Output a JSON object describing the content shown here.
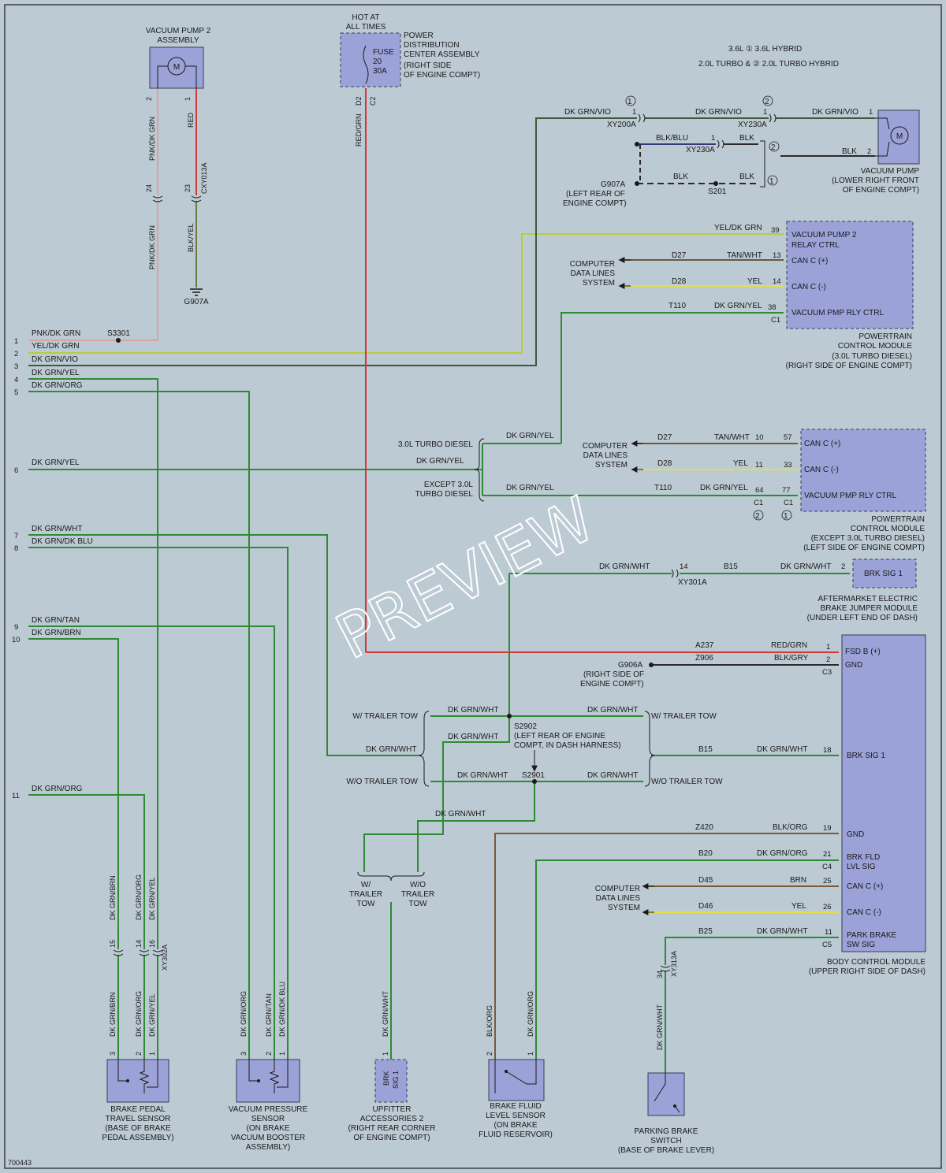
{
  "diagram_number": "700443",
  "watermark": "PREVIEW",
  "legend": {
    "line1": "3.6L ① 3.6L HYBRID",
    "line2": "2.0L TURBO & ② 2.0L TURBO HYBRID"
  },
  "colors": {
    "background": "#bccad3",
    "component": "#9aa2d8",
    "wire_green": "#2e8a34",
    "wire_yellow_green": "#b9cc3c",
    "wire_yellow": "#e3e043",
    "wire_red": "#d43535",
    "wire_pink": "#d9a3a3",
    "wire_black": "#2a2a2a",
    "wire_brown": "#7a5a3a"
  },
  "connector_pins": {
    "p1": "1",
    "p2": "2",
    "p3": "3",
    "p4": "4",
    "p5": "5",
    "p6": "6",
    "p7": "7",
    "p8": "8",
    "p9": "9",
    "p10": "10",
    "p11": "11"
  },
  "left_wires": {
    "w1": "PNK/DK GRN",
    "w2": "YEL/DK GRN",
    "w3": "DK GRN/VIO",
    "w4": "DK GRN/YEL",
    "w5": "DK GRN/ORG",
    "w6": "DK GRN/YEL",
    "w7": "DK GRN/WHT",
    "w8": "DK GRN/DK BLU",
    "w9": "DK GRN/TAN",
    "w10": "DK GRN/BRN",
    "w11": "DK GRN/ORG",
    "splice": "S3301"
  },
  "vacuum_pump2": {
    "title1": "VACUUM PUMP 2",
    "title2": "ASSEMBLY",
    "motor": "M",
    "pin2": "2",
    "pin1": "1",
    "wire_a": "PNK/DK GRN",
    "wire_b": "RED",
    "conn": "CXY013A",
    "pin24": "24",
    "pin23": "23",
    "wire_c": "PNK/DK GRN",
    "wire_d": "BLK/YEL",
    "ground": "G907A"
  },
  "pdc": {
    "hot1": "HOT AT",
    "hot2": "ALL TIMES",
    "fuse": "FUSE",
    "f20": "20",
    "f30a": "30A",
    "title1": "POWER",
    "title2": "DISTRIBUTION",
    "title3": "CENTER ASSEMBLY",
    "title4": "(RIGHT SIDE",
    "title5": "OF ENGINE COMPT)",
    "pin_d2": "D2",
    "pin_c2": "C2",
    "wire": "RED/GRN"
  },
  "vacuum_pump": {
    "w_dkgrnvio1": "DK GRN/VIO",
    "w_dkgrnvio2": "DK GRN/VIO",
    "w_dkgrnvio3": "DK GRN/VIO",
    "xy200a": "XY200A",
    "xy230a": "XY230A",
    "xy230a_b": "XY230A",
    "pin1a": "1",
    "pin1b": "1",
    "pin1c": "1",
    "pin1d": "1",
    "pin2": "2",
    "blkblu": "BLK/BLU",
    "blk1": "BLK",
    "blk2": "BLK",
    "blk3": "BLK",
    "blk4": "BLK",
    "g907a": "G907A",
    "g907a_loc1": "(LEFT REAR OF",
    "g907a_loc2": "ENGINE COMPT)",
    "s201": "S201",
    "motor": "M",
    "title1": "VACUUM PUMP",
    "title2": "(LOWER RIGHT FRONT",
    "title3": "OF ENGINE COMPT)",
    "c1": "1",
    "c2": "2",
    "c3": "2",
    "c4": "1"
  },
  "pcm_diesel": {
    "w39": "YEL/DK GRN",
    "p39": "39",
    "f39a": "VACUUM PUMP 2",
    "f39b": "RELAY CTRL",
    "d27": "D27",
    "w13": "TAN/WHT",
    "p13": "13",
    "f13": "CAN C (+)",
    "d28": "D28",
    "w14": "YEL",
    "p14": "14",
    "f14": "CAN C (-)",
    "cds1": "COMPUTER",
    "cds2": "DATA LINES",
    "cds3": "SYSTEM",
    "t110": "T110",
    "w38": "DK GRN/YEL",
    "p38": "38",
    "f38": "VACUUM PMP RLY CTRL",
    "c1": "C1",
    "title1": "POWERTRAIN",
    "title2": "CONTROL MODULE",
    "title3": "(3.0L TURBO DIESEL)",
    "title4": "(RIGHT SIDE OF ENGINE COMPT)"
  },
  "pcm_other": {
    "td": "3.0L TURBO DIESEL",
    "wa": "DK GRN/YEL",
    "wb": "DK GRN/YEL",
    "ex1": "EXCEPT 3.0L",
    "ex2": "TURBO DIESEL",
    "wc": "DK GRN/YEL",
    "cds1": "COMPUTER",
    "cds2": "DATA LINES",
    "cds3": "SYSTEM",
    "d27": "D27",
    "w10": "TAN/WHT",
    "p10": "10",
    "p57": "57",
    "f57": "CAN C (+)",
    "d28": "D28",
    "w11": "YEL",
    "p11": "11",
    "p33": "33",
    "f33": "CAN C (-)",
    "t110": "T110",
    "w64": "DK GRN/YEL",
    "p64": "64",
    "p77": "77",
    "f77": "VACUUM PMP RLY CTRL",
    "c1a": "C1",
    "c1b": "C1",
    "v2": "2",
    "v1": "1",
    "title1": "POWERTRAIN",
    "title2": "CONTROL MODULE",
    "title3": "(EXCEPT 3.0L TURBO DIESEL)",
    "title4": "(LEFT SIDE OF ENGINE COMPT)"
  },
  "brake_jumper": {
    "w1": "DK GRN/WHT",
    "p14": "14",
    "xy301a": "XY301A",
    "b15": "B15",
    "w2": "DK GRN/WHT",
    "p2": "2",
    "f": "BRK SIG 1",
    "title1": "AFTERMARKET ELECTRIC",
    "title2": "BRAKE JUMPER MODULE",
    "title3": "(UNDER LEFT END OF DASH)"
  },
  "bcm": {
    "a237": "A237",
    "w1": "RED/GRN",
    "p1": "1",
    "f1": "FSD B (+)",
    "z906": "Z906",
    "w2": "BLK/GRY",
    "p2": "2",
    "f2": "GND",
    "c3": "C3",
    "g906a": "G906A",
    "g906a_1": "(RIGHT SIDE OF",
    "g906a_2": "ENGINE COMPT)",
    "b15": "B15",
    "w18": "DK GRN/WHT",
    "p18": "18",
    "f18": "BRK SIG 1",
    "z420": "Z420",
    "w19": "BLK/ORG",
    "p19": "19",
    "f19": "GND",
    "b20": "B20",
    "w21": "DK GRN/ORG",
    "p21": "21",
    "f21a": "BRK FLD",
    "f21b": "LVL SIG",
    "c4": "C4",
    "d45": "D45",
    "w25": "BRN",
    "p25": "25",
    "f25": "CAN C (+)",
    "d46": "D46",
    "w26": "YEL",
    "p26": "26",
    "f26": "CAN C (-)",
    "cds1": "COMPUTER",
    "cds2": "DATA LINES",
    "cds3": "SYSTEM",
    "b25": "B25",
    "w11": "DK GRN/WHT",
    "p11": "11",
    "f11a": "PARK BRAKE",
    "f11b": "SW SIG",
    "c5": "C5",
    "title1": "BODY CONTROL MODULE",
    "title2": "(UPPER RIGHT SIDE OF DASH)"
  },
  "splices": {
    "wtt1": "W/ TRAILER TOW",
    "wtt2": "W/ TRAILER TOW",
    "wott1": "W/O TRAILER TOW",
    "wott2": "W/O TRAILER TOW",
    "wa": "DK GRN/WHT",
    "wb": "DK GRN/WHT",
    "wc": "DK GRN/WHT",
    "wd": "DK GRN/WHT",
    "we": "DK GRN/WHT",
    "wf": "DK GRN/WHT",
    "wg": "DK GRN/WHT",
    "s2902": "S2902",
    "s2902_1": "(LEFT REAR OF ENGINE",
    "s2902_2": "COMPT, IN DASH HARNESS)",
    "s2901": "S2901",
    "wt1": "W/",
    "wt2": "TRAILER",
    "wt3": "TOW",
    "wot1": "W/O",
    "wot2": "TRAILER",
    "wot3": "TOW"
  },
  "bottom": {
    "bp_w1": "DK GRN/BRN",
    "bp_w2": "DK GRN/ORG",
    "bp_w3": "DK GRN/YEL",
    "bp_p15": "15",
    "bp_p14": "14",
    "bp_p16": "16",
    "bp_xy302a": "XY302A",
    "bp_w4": "DK GRN/BRN",
    "bp_w5": "DK GRN/ORG",
    "bp_w6": "DK GRN/YEL",
    "bp_p3": "3",
    "bp_p2": "2",
    "bp_p1": "1",
    "bp_t1": "BRAKE PEDAL",
    "bp_t2": "TRAVEL SENSOR",
    "bp_t3": "(BASE OF BRAKE",
    "bp_t4": "PEDAL ASSEMBLY)",
    "vs_w1": "DK GRN/ORG",
    "vs_w2": "DK GRN/TAN",
    "vs_w3": "DK GRN/DK BLU",
    "vs_p3": "3",
    "vs_p2": "2",
    "vs_p1": "1",
    "vs_t1": "VACUUM PRESSURE",
    "vs_t2": "SENSOR",
    "vs_t3": "(ON BRAKE",
    "vs_t4": "VACUUM BOOSTER",
    "vs_t5": "ASSEMBLY)",
    "up_w": "DK GRN/WHT",
    "up_p1": "1",
    "up_f1": "BRK",
    "up_f2": "SIG 1",
    "up_t1": "UPFITTER",
    "up_t2": "ACCESSORIES 2",
    "up_t3": "(RIGHT REAR CORNER",
    "up_t4": "OF ENGINE COMPT)",
    "bf_w1": "BLK/ORG",
    "bf_w2": "DK GRN/ORG",
    "bf_p2": "2",
    "bf_p1": "1",
    "bf_t1": "BRAKE FLUID",
    "bf_t2": "LEVEL SENSOR",
    "bf_t3": "(ON BRAKE",
    "bf_t4": "FLUID RESERVOIR)",
    "pb_p34": "34",
    "pb_xy313a": "XY313A",
    "pb_w": "DK GRN/WHT",
    "pb_t1": "PARKING BRAKE",
    "pb_t2": "SWITCH",
    "pb_t3": "(BASE OF BRAKE LEVER)"
  }
}
